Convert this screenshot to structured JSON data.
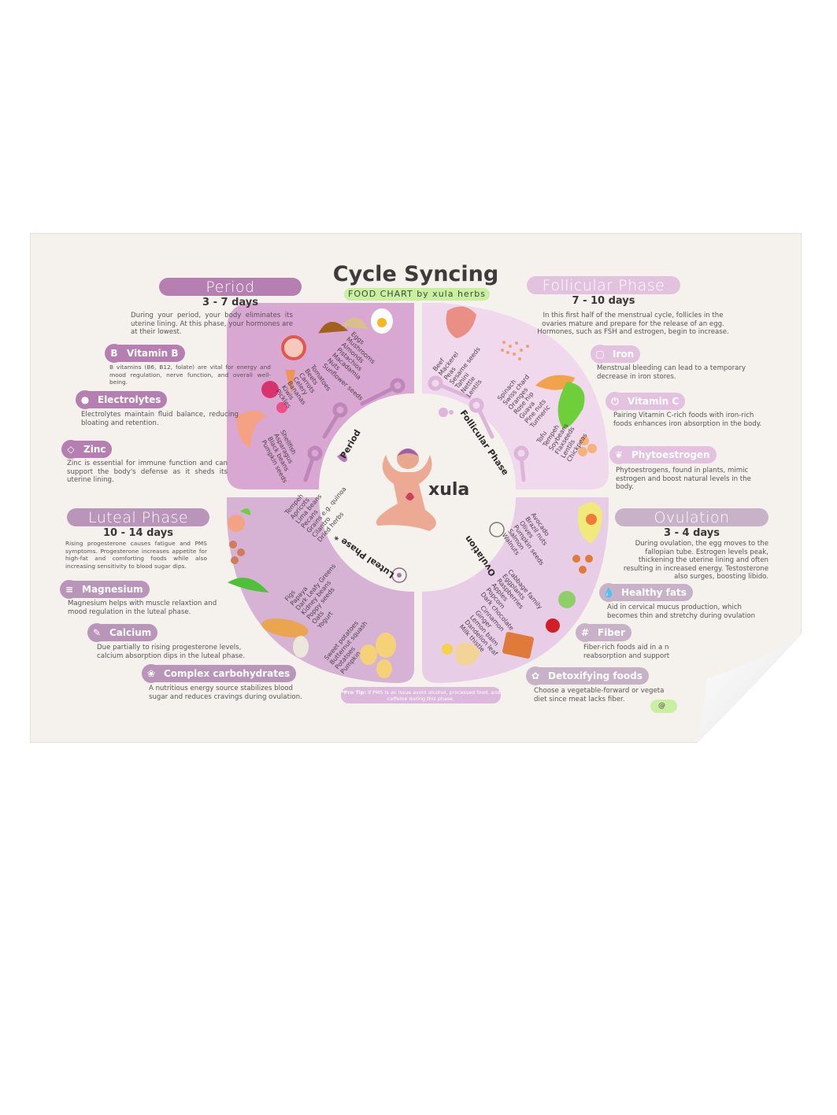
{
  "header": {
    "title": "Cycle Syncing",
    "subtitle": "FOOD CHART by xula herbs"
  },
  "logo": "xula",
  "colors": {
    "period": "#b57fb1",
    "follicular": "#e3c2e0",
    "luteal": "#b995b9",
    "ovulation": "#c7b2c7",
    "accent_green": "#c9f0a0",
    "background": "#f5f1ec"
  },
  "phases": {
    "period": {
      "title": "Period",
      "days": "3 - 7 days",
      "description": "During your period, your body eliminates its uterine lining. At this phase, your hormones are at their lowest.",
      "wheel_label": "Period",
      "nutrients": [
        {
          "name": "Vitamin B",
          "icon": "b-letter-icon",
          "text": "B vitamins (B6, B12, folate) are vital for energy and mood regulation, nerve function, and overall well-being."
        },
        {
          "name": "Electrolytes",
          "icon": "bubbles-icon",
          "text": "Electrolytes maintain fluid balance, reducing bloating and retention."
        },
        {
          "name": "Zinc",
          "icon": "diamond-icon",
          "text": "Zinc is essential for immune function and can support the body's defense as it sheds its uterine lining."
        }
      ],
      "foods": [
        [
          "Eggs",
          "Mushrooms",
          "Almonds",
          "Pistachios",
          "Macadamia",
          "Nuts",
          "Sunflower seeds"
        ],
        [
          "Tomatoes",
          "Beets",
          "Carrots",
          "Celery",
          "Bananas",
          "Kiwis",
          "Pickles"
        ],
        [
          "Shellfish",
          "Asparagus",
          "Black beans",
          "Pumpkin seeds"
        ]
      ]
    },
    "follicular": {
      "title": "Follicular Phase",
      "days": "7 - 10 days",
      "description": "In this first half of the menstrual cycle, follicles in the ovaries mature and prepare for the release of an egg. Hormones, such as FSH and estrogen, begin to increase.",
      "wheel_label": "Follicular Phase",
      "nutrients": [
        {
          "name": "Iron",
          "icon": "cube-icon",
          "text": "Menstrual bleeding can lead to a temporary decrease in iron stores."
        },
        {
          "name": "Vitamin C",
          "icon": "power-icon",
          "text": "Pairing Vitamin C-rich foods with iron-rich foods enhances iron absorption in the body."
        },
        {
          "name": "Phytoestrogen",
          "icon": "leaf-icon",
          "text": "Phytoestrogens, found in plants, mimic estrogen and boost natural levels in the body."
        }
      ],
      "foods": [
        [
          "Beef",
          "Mackerel",
          "Peas",
          "Sesame seeds",
          "Tahini",
          "Nettle",
          "Lentils"
        ],
        [
          "Spinach",
          "Swiss chard",
          "Oranges",
          "Rose hip",
          "Guava",
          "Pine nuts",
          "Turmeric"
        ],
        [
          "Tofu",
          "Tempeh",
          "Soybeans",
          "Flaxseeds",
          "Lentils",
          "Chickpeas"
        ]
      ]
    },
    "luteal": {
      "title": "Luteal Phase",
      "days": "10 - 14 days",
      "description": "Rising progesterone causes fatigue and PMS symptoms. Progesterone increases appetite for high-fat and comforting foods while also increasing sensitivity to blood sugar dips.",
      "wheel_label": "Luteal Phase *",
      "nutrients": [
        {
          "name": "Magnesium",
          "icon": "stripes-icon",
          "text": "Magnesium helps with muscle relaxtion and mood regulation in the luteal phase."
        },
        {
          "name": "Calcium",
          "icon": "bone-icon",
          "text": "Due partially to rising progesterone levels, calcium absorption dips in the luteal phase."
        },
        {
          "name": "Complex carbohydrates",
          "icon": "rings-icon",
          "text": "A nutritious energy source stabilizes blood sugar and reduces cravings during ovulation."
        }
      ],
      "foods": [
        [
          "Tempeh",
          "Apricots",
          "Lima beans",
          "Pecans",
          "Grains e.g. quinoa",
          "Cilantro",
          "Dried herbs"
        ],
        [
          "Figs",
          "Papaya",
          "Dark Leafy Greens",
          "Kidney beans",
          "Poppy seeds",
          "Oats",
          "Yogurt"
        ],
        [
          "Sweet potatoes",
          "Butternut squash",
          "Potatoes",
          "Pumpkin"
        ]
      ]
    },
    "ovulation": {
      "title": "Ovulation",
      "days": "3 - 4 days",
      "description": "During ovulation, the egg moves to the fallopian tube. Estrogen levels peak, thickening the uterine lining and often resulting in increased energy. Testosterone also surges, boosting libido.",
      "wheel_label": "Ovulation",
      "nutrients": [
        {
          "name": "Healthy fats",
          "icon": "drop-icon",
          "text": "Aid in cervical mucus production, which becomes thin and stretchy during ovulation"
        },
        {
          "name": "Fiber",
          "icon": "mesh-icon",
          "text": "Fiber-rich foods aid in a n reabsorption and support"
        },
        {
          "name": "Detoxifying foods",
          "icon": "sprout-icon",
          "text": "Choose a vegetable-forward or vegeta diet since meat lacks fiber."
        }
      ],
      "foods": [
        [
          "Avocado",
          "Brazil nuts",
          "Olives",
          "Pumpkin seeds",
          "Salmon",
          "Walnuts"
        ],
        [
          "Cabbage family",
          "Eggplants",
          "Raspberries",
          "Apples",
          "Popcorn",
          "Dark chocolate"
        ],
        [
          "Cinnamon",
          "Ginger",
          "Lemon balm",
          "Dandelion leaf",
          "Milk thistle"
        ]
      ]
    }
  },
  "pro_tip": {
    "label": "*Pro Tip:",
    "text": "If PMS is an issue avoid alcohol, processed food, and caffeine during this phase."
  },
  "handle": "@"
}
